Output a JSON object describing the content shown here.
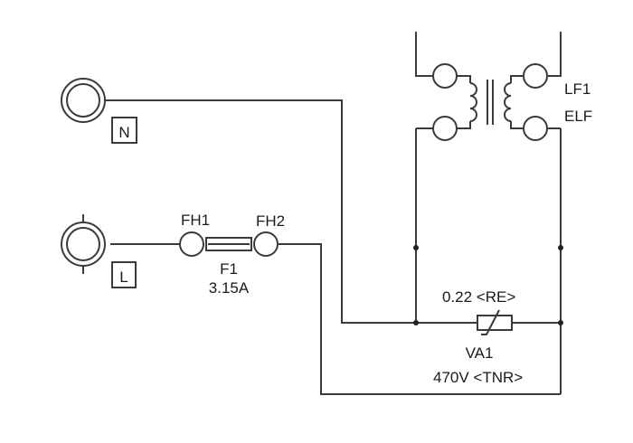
{
  "terminals": {
    "neutral_label": "N",
    "line_label": "L"
  },
  "fuse": {
    "holder1_label": "FH1",
    "holder2_label": "FH2",
    "ref": "F1",
    "rating": "3.15A"
  },
  "line_filter": {
    "ref_partial": "LF1",
    "value_partial": "ELF"
  },
  "varistor": {
    "resistance_label": "0.22 <RE>",
    "ref": "VA1",
    "value": "470V <TNR>"
  },
  "colors": {
    "wire": "#3a3a3a",
    "text": "#1a1a1a",
    "background": "#ffffff"
  }
}
